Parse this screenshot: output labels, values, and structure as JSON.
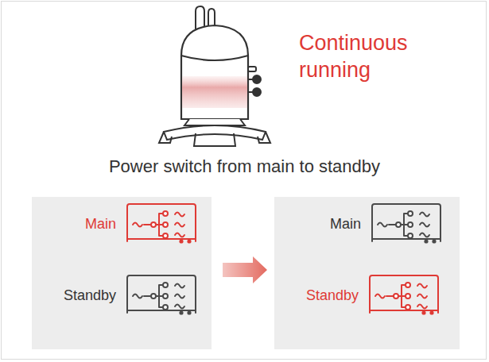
{
  "diagram": {
    "nodes": [
      {
        "text": [
          "Main"
        ]
      },
      {
        "text": [
          "Standby"
        ]
      },
      {
        "text": [
          "Main"
        ]
      },
      {
        "text": [
          "Standby"
        ]
      }
    ],
    "labels": [
      "Continuous running",
      "Power switch from main to standby"
    ]
  }
}
